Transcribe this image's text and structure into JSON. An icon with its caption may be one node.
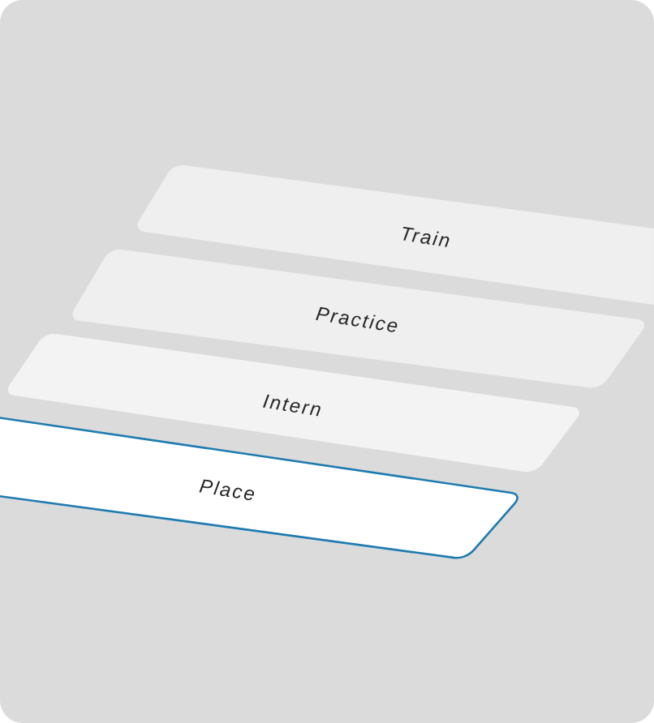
{
  "diagram": {
    "nodes": [
      {
        "text": [
          "Train"
        ]
      },
      {
        "text": [
          "Practice"
        ]
      },
      {
        "text": [
          "Intern"
        ]
      },
      {
        "text": [
          "Place"
        ]
      }
    ]
  }
}
